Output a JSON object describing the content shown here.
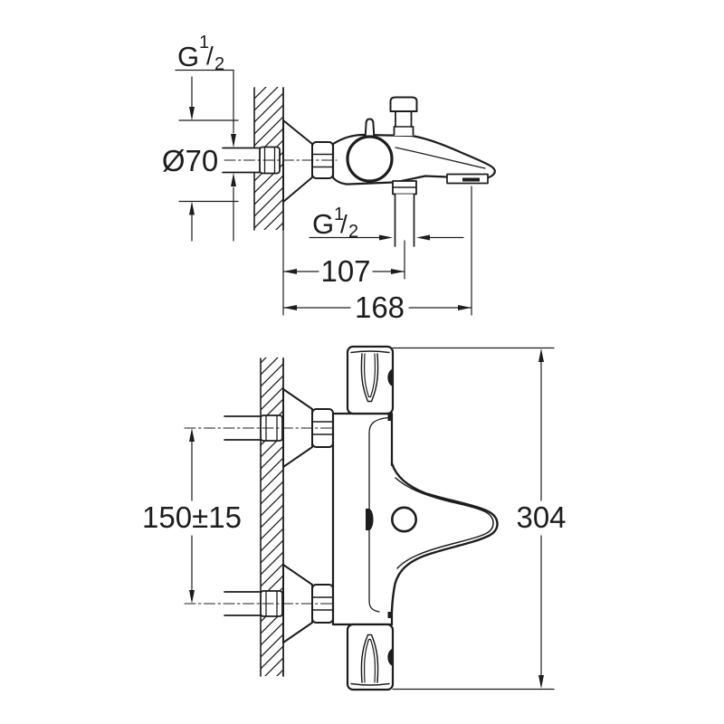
{
  "drawing": {
    "background": "#ffffff",
    "line_color": "#1d1d1d",
    "type": "technical-dimension-drawing",
    "subject": "wall-mounted thermostatic bath/shower mixer",
    "views": {
      "side": {
        "name": "side-view",
        "inlet_thread": {
          "g": "G",
          "num": "1",
          "slash": "/",
          "den": "2"
        },
        "escutcheon_diameter": "Ø70",
        "shower_outlet_thread": {
          "g": "G",
          "num": "1",
          "slash": "/",
          "den": "2"
        },
        "wall_to_shower_outlet": "107",
        "wall_to_spout_outlet": "168"
      },
      "front": {
        "name": "front-view",
        "connection_spacing": "150±15",
        "overall_height": "304"
      }
    }
  }
}
